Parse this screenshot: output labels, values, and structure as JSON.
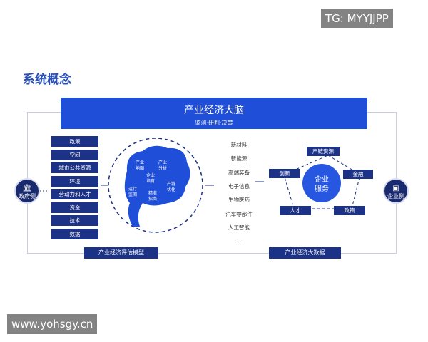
{
  "title": "系统概念",
  "banner": {
    "title": "产业经济大脑",
    "subtitle": "监测·研判·决策"
  },
  "left_side": {
    "label": "政府侧",
    "icon": "government-building-icon"
  },
  "right_side": {
    "label": "企业侧",
    "icon": "enterprise-icon"
  },
  "left_items": [
    "政策",
    "空间",
    "城市公共资源",
    "环境",
    "劳动力和人才",
    "资金",
    "技术",
    "数据"
  ],
  "brain": {
    "labels": [
      "产业\n地图",
      "产业\n分析",
      "企业\n培育",
      "运行\n监测",
      "精准\n招商",
      "产链\n优化"
    ]
  },
  "industries": [
    "新材料",
    "新能源",
    "高端装备",
    "电子信息",
    "生物医药",
    "汽车零部件",
    "人工智能",
    "..."
  ],
  "enterprise": {
    "center": "企业\n服务",
    "nodes": [
      "产链资源",
      "金融",
      "政策",
      "人才",
      "创新"
    ]
  },
  "bottom": {
    "left": "产业经济评估模型",
    "right": "产业经济大数据"
  },
  "watermarks": {
    "top": "TG: MYYJJPP",
    "bottom": "www.yohsgy.cn"
  },
  "colors": {
    "primary": "#1f4fd8",
    "navy": "#1c3286"
  }
}
